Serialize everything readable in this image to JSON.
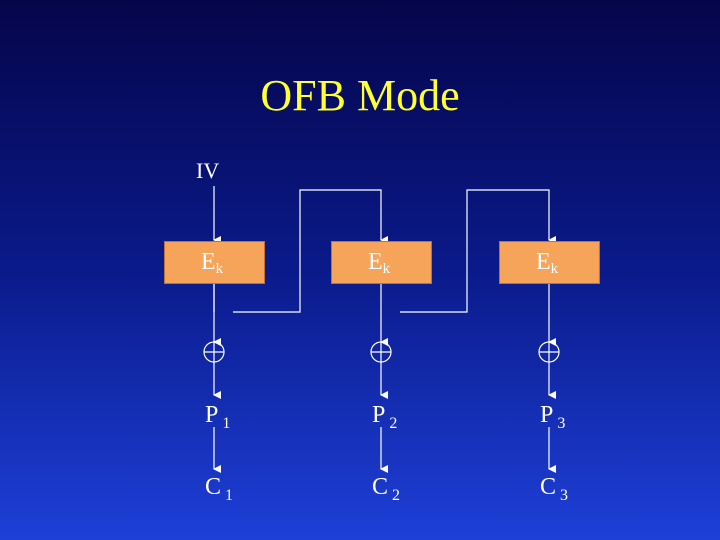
{
  "title": "OFB Mode",
  "iv_label": "IV",
  "blocks": [
    {
      "enc": "E",
      "enc_sub": "k",
      "p": "P",
      "p_sub": "1",
      "c": "C",
      "c_sub": "1"
    },
    {
      "enc": "E",
      "enc_sub": "k",
      "p": "P",
      "p_sub": "2",
      "c": "C",
      "c_sub": "2"
    },
    {
      "enc": "E",
      "enc_sub": "k",
      "p": "P",
      "p_sub": "3",
      "c": "C",
      "c_sub": "3"
    }
  ],
  "colors": {
    "title": "#ffff33",
    "box": "#f5a45a",
    "lines": "#ffffff"
  },
  "icons": [
    "xor-icon",
    "arrow-down-icon"
  ]
}
